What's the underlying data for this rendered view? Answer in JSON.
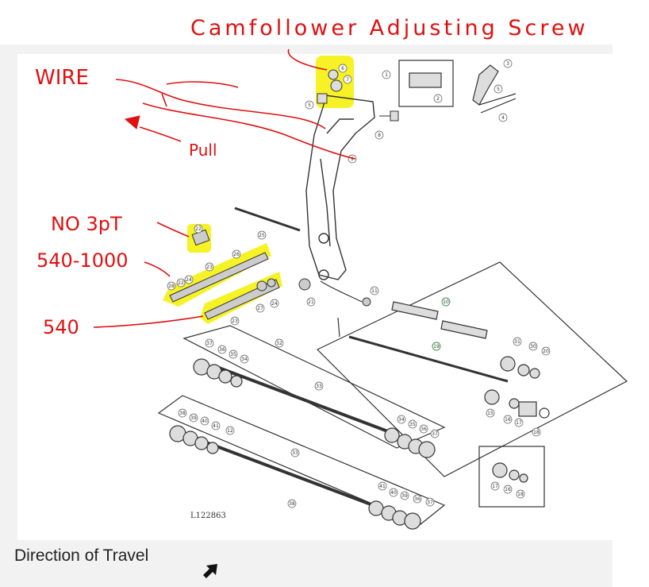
{
  "caption": "Direction of Travel",
  "figure_code": "L122863",
  "annotations": {
    "camfollower": "Camfollower Adjusting Screw",
    "wire": "WIRE",
    "pull": "Pull",
    "no3pt": "NO 3pT",
    "s5401000": "540-1000",
    "s540": "540"
  },
  "part_numbers": {
    "p1": "1",
    "p2": "2",
    "p3": "3",
    "p4": "4",
    "p5": "5",
    "p6": "6",
    "p7": "7",
    "p8": "8",
    "p9": "9",
    "p10": "10",
    "p11": "11",
    "p12": "12",
    "p15": "15",
    "p16": "16",
    "p17": "17",
    "p18": "18",
    "p19": "19",
    "p20": "20",
    "p21": "21",
    "p22": "22",
    "p23": "23",
    "p24": "24",
    "p25": "25",
    "p26": "26",
    "p27": "27",
    "p28": "28",
    "p30": "30",
    "p31": "31",
    "p32": "32",
    "p33": "33",
    "p34": "34",
    "p35": "35",
    "p36": "36",
    "p37": "37",
    "p38": "38",
    "p39": "39",
    "p40": "40",
    "p41": "41"
  },
  "colors": {
    "highlight": "#f4f000",
    "ink": "#e01010",
    "line": "#333333",
    "frame": "#f2f2f2",
    "caption": "#222222"
  }
}
